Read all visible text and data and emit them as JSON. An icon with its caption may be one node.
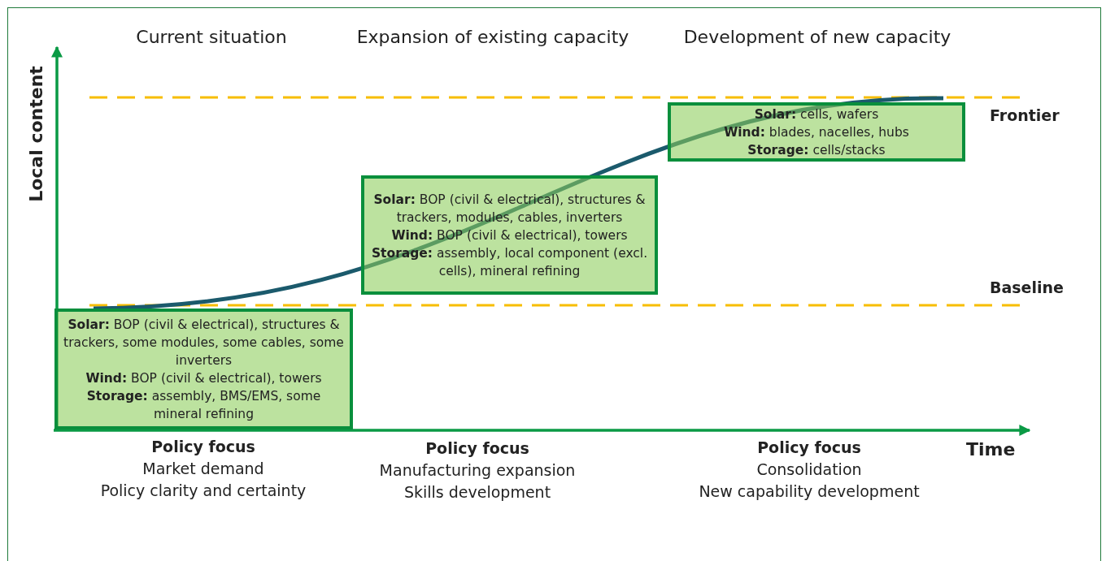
{
  "diagram": {
    "nodes": [
      {
        "text": [
          "**Solar:** BOP (civil & electrical), structures & trackers, some modules, some cables, some inverters",
          "**Wind:** BOP (civil & electrical), towers",
          "**Storage:** assembly, BMS/EMS, some mineral refining"
        ]
      },
      {
        "text": [
          "**Solar:** BOP (civil & electrical), structures & trackers, modules, cables, inverters",
          "**Wind:** BOP (civil & electrical), towers",
          "**Storage:** assembly, local component (excl. cells), mineral refining"
        ]
      },
      {
        "text": [
          "**Solar:** cells, wafers",
          "**Wind:** blades, nacelles, hubs",
          "**Storage:** cells/stacks"
        ]
      }
    ],
    "labels": [
      "Current situation",
      "Expansion of existing capacity",
      "Development of new capacity",
      "Local content",
      "Frontier",
      "Baseline",
      "Policy focus",
      "Market demand",
      "Policy clarity and certainty",
      "Policy focus",
      "Manufacturing expansion",
      "Skills development",
      "Policy focus",
      "Consolidation",
      "New capability development",
      "Time"
    ]
  }
}
